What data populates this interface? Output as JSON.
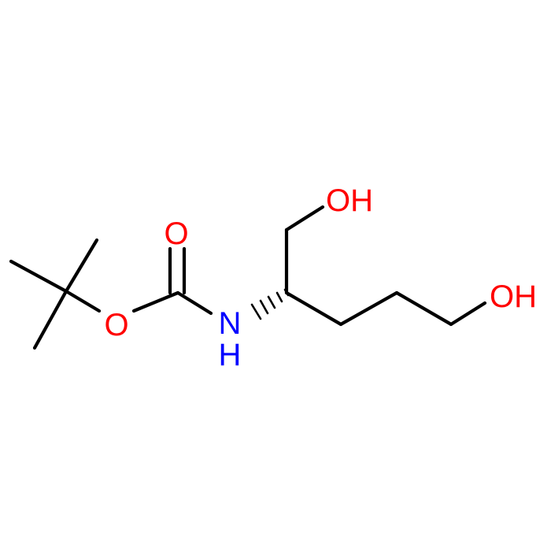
{
  "molecule": {
    "atoms": {
      "carbonyl_oxygen": {
        "label": "O",
        "color": "#ff0000"
      },
      "ester_oxygen": {
        "label": "O",
        "color": "#ff0000"
      },
      "nitrogen": {
        "label": "N",
        "color": "#0000ff"
      },
      "nitrogen_hydrogen": {
        "label": "H",
        "color": "#0000ff"
      },
      "hydroxyl_top": {
        "label": "OH",
        "color": "#ff0000"
      },
      "hydroxyl_right": {
        "label": "OH",
        "color": "#ff0000"
      }
    },
    "bond_color": "#000000"
  }
}
